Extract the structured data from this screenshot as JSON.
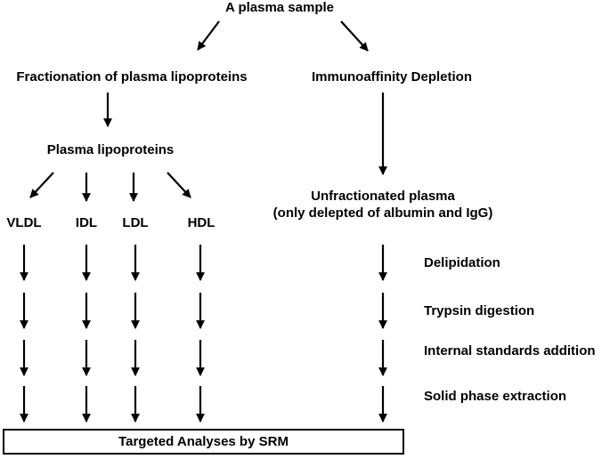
{
  "nodes": {
    "source": "A plasma sample",
    "fractionation": "Fractionation of plasma lipoproteins",
    "depletion": "Immunoaffinity Depletion",
    "lipoproteins": "Plasma lipoproteins",
    "unfractionated_line1": "Unfractionated plasma",
    "unfractionated_line2": "(only delepted of albumin and IgG)",
    "classes": [
      "VLDL",
      "IDL",
      "LDL",
      "HDL"
    ]
  },
  "steps": [
    "Delipidation",
    "Trypsin digestion",
    "Internal standards addition",
    "Solid phase extraction"
  ],
  "final": "Targeted Analyses by SRM"
}
